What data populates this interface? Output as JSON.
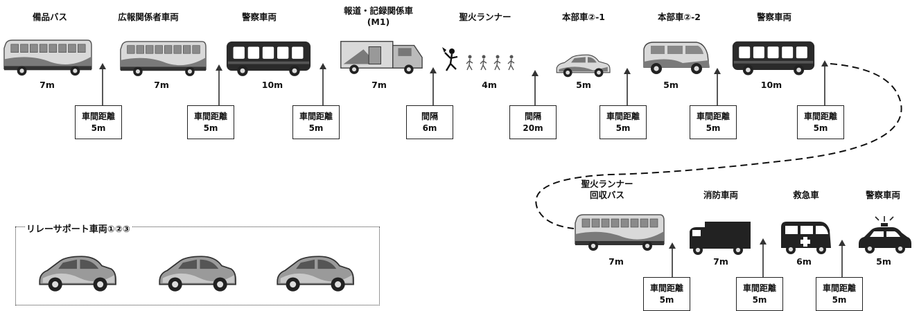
{
  "colors": {
    "ink": "#111111",
    "bus_body": "#2a2a2a",
    "wrap_light": "#d9d9d9",
    "wrap_dark": "#7a7a7a"
  },
  "top_row": {
    "vehicles": [
      {
        "label": "備品バス",
        "length": "7m",
        "icon": "bus-icon"
      },
      {
        "label": "広報関係者車両",
        "length": "7m",
        "icon": "bus-icon"
      },
      {
        "label": "警察車両",
        "length": "10m",
        "icon": "police-bus-icon"
      },
      {
        "label": "報道・記録関係車",
        "label2": "(M1)",
        "length": "7m",
        "icon": "media-truck-icon"
      },
      {
        "label": "聖火ランナー",
        "length": "4m",
        "icon": "runners-icon"
      },
      {
        "label": "本部車②-1",
        "length": "5m",
        "icon": "car-icon"
      },
      {
        "label": "本部車②-2",
        "length": "5m",
        "icon": "van-icon"
      },
      {
        "label": "警察車両",
        "length": "10m",
        "icon": "police-bus-icon"
      }
    ],
    "gaps": [
      {
        "l1": "車間距離",
        "l2": "5m"
      },
      {
        "l1": "車間距離",
        "l2": "5m"
      },
      {
        "l1": "車間距離",
        "l2": "5m"
      },
      {
        "l1": "間隔",
        "l2": "6m"
      },
      {
        "l1": "間隔",
        "l2": "20m"
      },
      {
        "l1": "車間距離",
        "l2": "5m"
      },
      {
        "l1": "車間距離",
        "l2": "5m"
      },
      {
        "l1": "車間距離",
        "l2": "5m"
      }
    ]
  },
  "bottom_row": {
    "vehicles": [
      {
        "label": "聖火ランナー",
        "label2": "回収バス",
        "length": "7m",
        "icon": "bus-icon"
      },
      {
        "label": "消防車両",
        "length": "7m",
        "icon": "fire-truck-icon"
      },
      {
        "label": "救急車",
        "length": "6m",
        "icon": "ambulance-icon"
      },
      {
        "label": "警察車両",
        "length": "5m",
        "icon": "police-car-icon"
      }
    ],
    "gaps": [
      {
        "l1": "車間距離",
        "l2": "5m"
      },
      {
        "l1": "車間距離",
        "l2": "5m"
      },
      {
        "l1": "車間距離",
        "l2": "5m"
      }
    ]
  },
  "relay_support": {
    "title": "リレーサポート車両①②③",
    "cars": [
      "suv-icon",
      "suv-icon",
      "suv-icon"
    ]
  }
}
